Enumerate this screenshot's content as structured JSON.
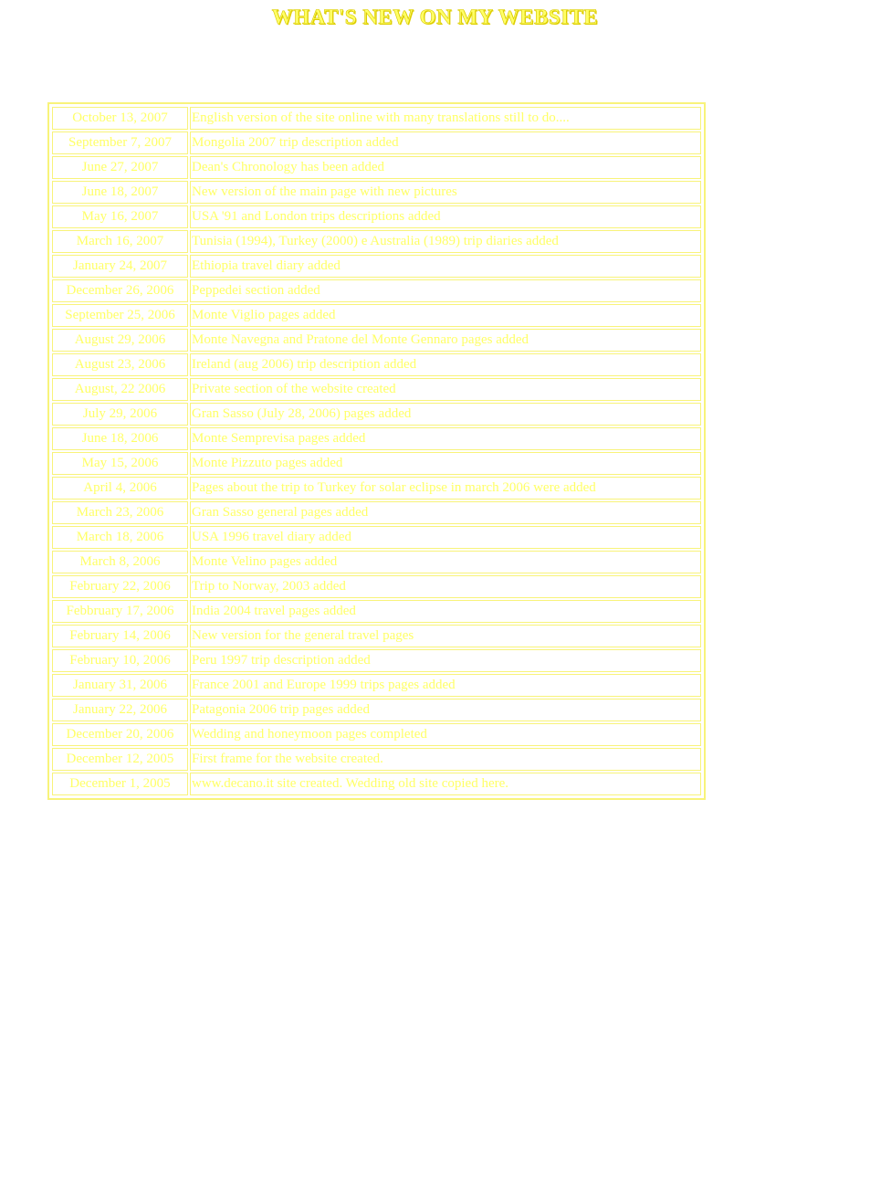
{
  "page": {
    "title": "WHAT'S NEW ON MY WEBSITE",
    "text_color": "#ffff66",
    "border_color": "#f8f37a",
    "background": "#ffffff"
  },
  "updates": [
    {
      "date": "October 13, 2007",
      "text": "English version of the site online with many translations still to do...."
    },
    {
      "date": "September 7, 2007",
      "text": "Mongolia 2007 trip description added"
    },
    {
      "date": "June 27, 2007",
      "text": "Dean's Chronology has been added"
    },
    {
      "date": "June 18, 2007",
      "text": "New version of the main page with new pictures"
    },
    {
      "date": "May 16, 2007",
      "text": "USA '91 and London trips descriptions added"
    },
    {
      "date": "March 16, 2007",
      "text": "Tunisia (1994), Turkey (2000) e Australia (1989) trip diaries added"
    },
    {
      "date": "January 24, 2007",
      "text": "Ethiopia travel diary added"
    },
    {
      "date": "December 26, 2006",
      "text": "Peppedei section added"
    },
    {
      "date": "September 25, 2006",
      "text": "Monte Viglio pages added"
    },
    {
      "date": "August 29, 2006",
      "text": "Monte Navegna and Pratone del Monte Gennaro pages added"
    },
    {
      "date": "August 23, 2006",
      "text": "Ireland (aug 2006) trip description added"
    },
    {
      "date": "August, 22 2006",
      "text": "Private section of the website created"
    },
    {
      "date": "July 29, 2006",
      "text": "Gran Sasso (July 28, 2006) pages added"
    },
    {
      "date": "June 18, 2006",
      "text": "Monte Semprevisa pages added"
    },
    {
      "date": "May 15, 2006",
      "text": "Monte Pizzuto pages added"
    },
    {
      "date": "April 4, 2006",
      "text": "Pages about the trip to Turkey for solar eclipse in march 2006 were added"
    },
    {
      "date": "March 23, 2006",
      "text": "Gran Sasso general pages added"
    },
    {
      "date": "March 18, 2006",
      "text": "USA 1996 travel diary added"
    },
    {
      "date": "March 8, 2006",
      "text": "Monte Velino pages added"
    },
    {
      "date": "February 22, 2006",
      "text": "Trip to Norway, 2003 added"
    },
    {
      "date": "Febbruary 17, 2006",
      "text": "India 2004 travel pages added"
    },
    {
      "date": "February 14, 2006",
      "text": "New version for the general travel pages"
    },
    {
      "date": "February 10, 2006",
      "text": "Peru 1997 trip description added"
    },
    {
      "date": "January 31, 2006",
      "text": "France 2001 and Europe 1999 trips pages added"
    },
    {
      "date": "January 22, 2006",
      "text": "Patagonia 2006 trip pages added"
    },
    {
      "date": "December 20, 2006",
      "text": "Wedding and honeymoon pages completed"
    },
    {
      "date": "December 12, 2005",
      "text": "First frame for the website created."
    },
    {
      "date": "December 1, 2005",
      "text": " www.decano.it site created. Wedding old site copied here."
    }
  ]
}
